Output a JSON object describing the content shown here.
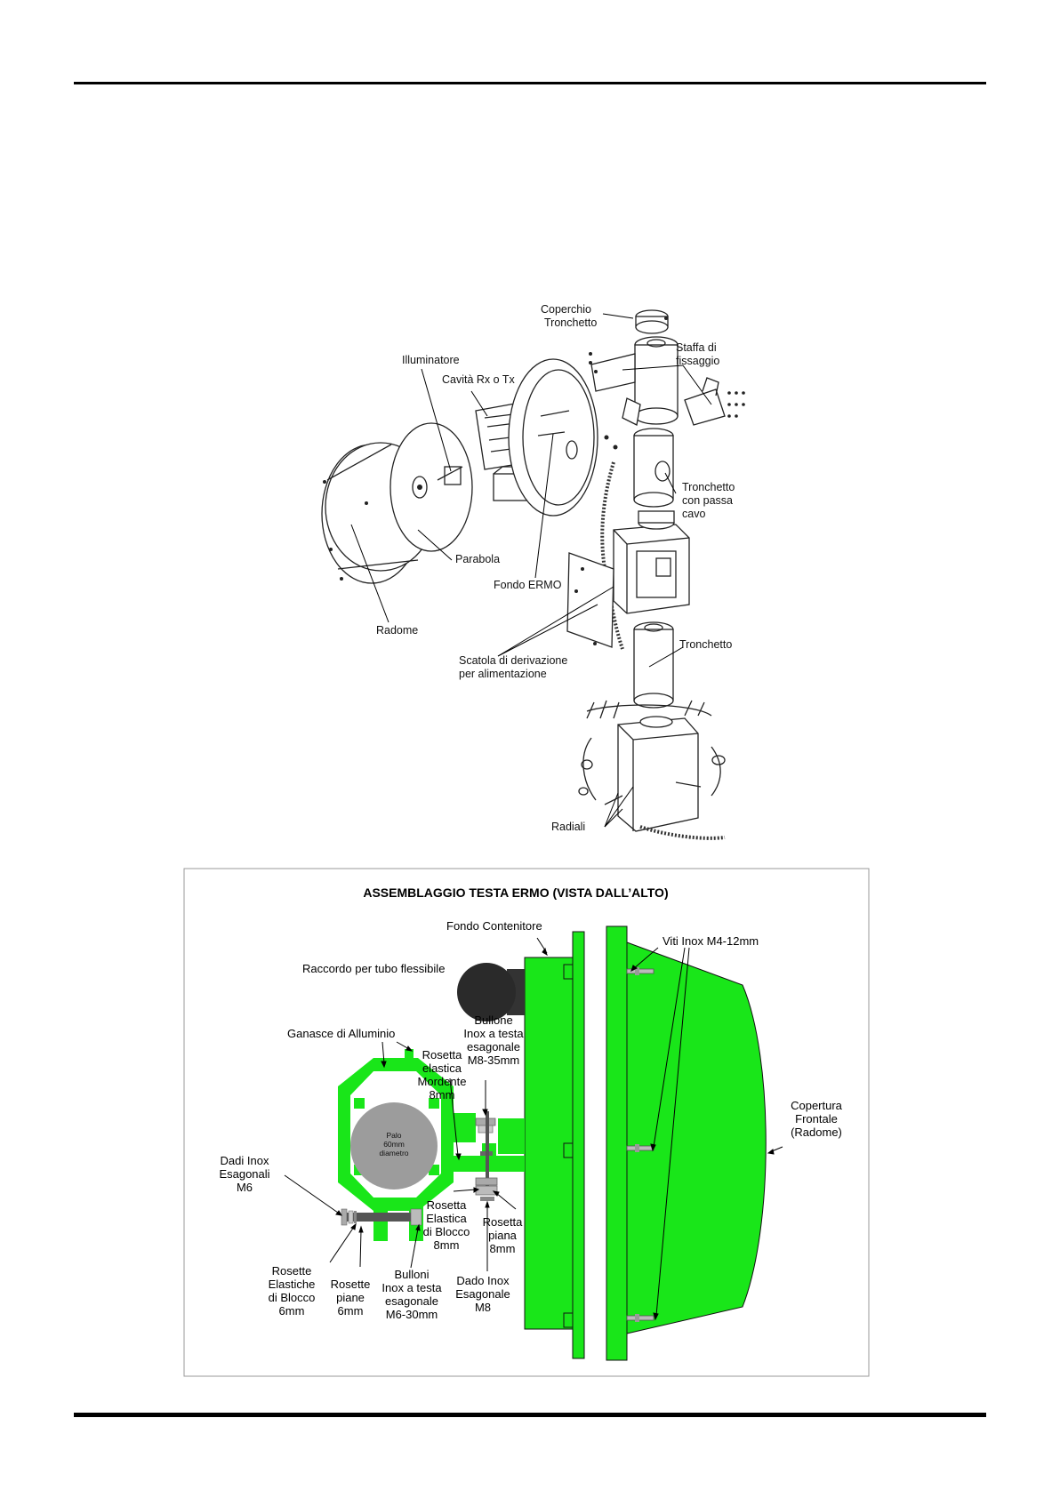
{
  "exploded_view": {
    "labels": {
      "coperchio": [
        "Coperchio",
        "Tronchetto"
      ],
      "staffa": [
        "Staffa di",
        "fissaggio"
      ],
      "illuminatore": [
        "Illuminatore"
      ],
      "cavita": [
        "Cavità Rx o Tx"
      ],
      "tronchetto_passa": [
        "Tronchetto",
        "con passa",
        "cavo"
      ],
      "parabola": [
        "Parabola"
      ],
      "fondo": [
        "Fondo ERMO"
      ],
      "radome": [
        "Radome"
      ],
      "tronchetto": [
        "Tronchetto"
      ],
      "scatola": [
        "Scatola di derivazione",
        "per alimentazione"
      ],
      "radiali": [
        "Radiali"
      ]
    }
  },
  "assembly": {
    "title": "ASSEMBLAGGIO TESTA ERMO (VISTA DALL’ALTO)",
    "accent_color": "#19e619",
    "labels": {
      "fondo_contenitore": [
        "Fondo Contenitore"
      ],
      "viti": [
        "Viti Inox M4-12mm"
      ],
      "raccordo": [
        "Raccordo per tubo flessibile"
      ],
      "bullone": [
        "Bullone",
        "Inox a testa",
        "esagonale",
        "M8-35mm"
      ],
      "ganasce": [
        "Ganasce di Alluminio"
      ],
      "rosetta_mordente": [
        "Rosetta",
        "elastica",
        "Mordente",
        "8mm"
      ],
      "palo": [
        "Palo",
        "60mm",
        "diametro"
      ],
      "copertura": [
        "Copertura",
        "Frontale",
        "(Radome)"
      ],
      "dadi_m6": [
        "Dadi Inox",
        "Esagonali",
        "M6"
      ],
      "rosetta_blocco8": [
        "Rosetta",
        "Elastica",
        "di Blocco",
        "8mm"
      ],
      "rosetta_piana8": [
        "Rosetta",
        "piana",
        "8mm"
      ],
      "rosette_blocco6": [
        "Rosette",
        "Elastiche",
        "di Blocco",
        "6mm"
      ],
      "rosette_piane6": [
        "Rosette",
        "piane",
        "6mm"
      ],
      "bulloni_m6": [
        "Bulloni",
        "Inox a testa",
        "esagonale",
        "M6-30mm"
      ],
      "dado_m8": [
        "Dado Inox",
        "Esagonale",
        "M8"
      ]
    }
  }
}
